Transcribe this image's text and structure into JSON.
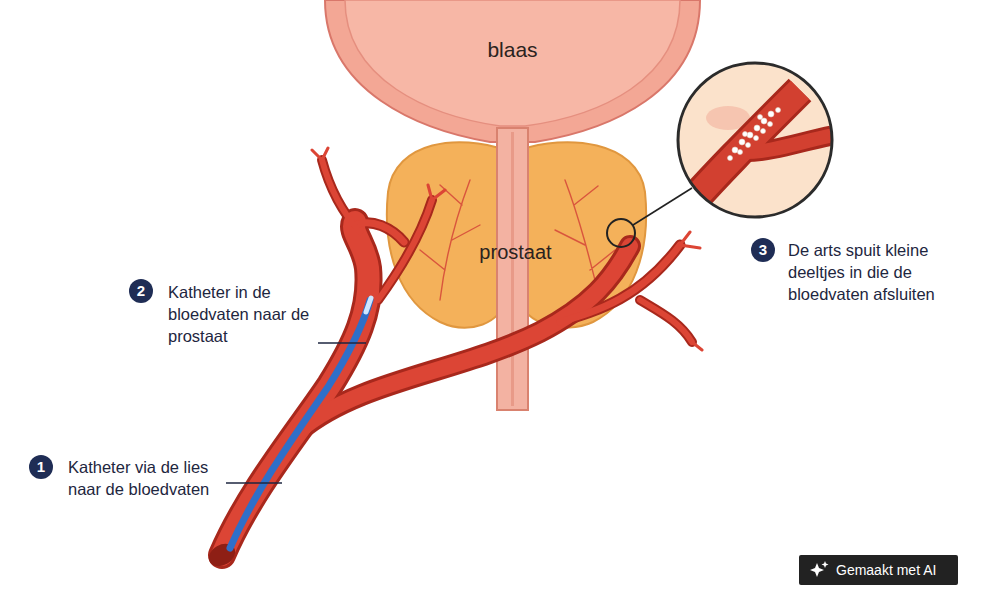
{
  "diagram": {
    "nodes": [
      {
        "text": [
          "blaas"
        ]
      },
      {
        "text": [
          "prostaat"
        ]
      },
      {
        "text": [
          "3",
          "De arts spuit kleine deeltjes in die de bloedvaten afsluiten"
        ]
      },
      {
        "text": [
          "2",
          "Katheter in de bloedvaten naar de prostaat"
        ]
      },
      {
        "text": [
          "1",
          "Katheter via de lies naar de bloedvaten"
        ]
      },
      {
        "text": [
          "Gemaakt met AI"
        ]
      }
    ]
  }
}
